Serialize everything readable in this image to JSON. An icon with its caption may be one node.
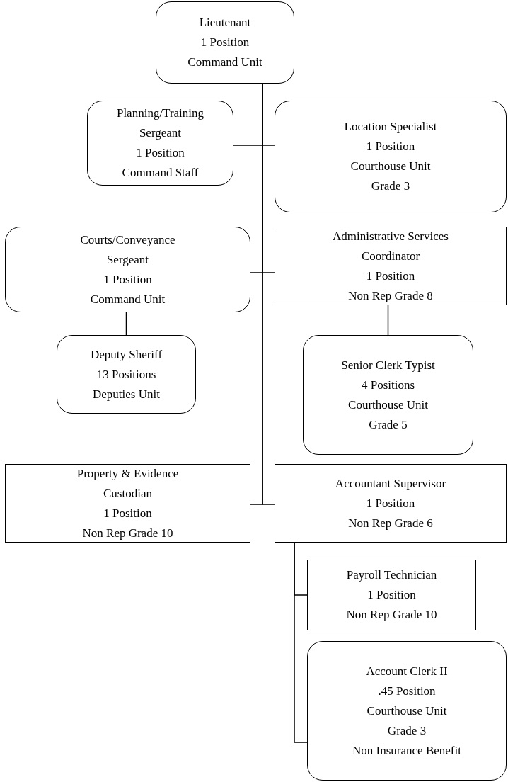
{
  "diagram": {
    "nodes": [
      {
        "text": [
          "Lieutenant",
          "1 Position",
          "Command Unit"
        ]
      },
      {
        "text": [
          "Planning/Training",
          "Sergeant",
          "1 Position",
          "Command Staff"
        ]
      },
      {
        "text": [
          "Location Specialist",
          "1 Position",
          "Courthouse Unit",
          "Grade 3"
        ]
      },
      {
        "text": [
          "Courts/Conveyance",
          "Sergeant",
          "1 Position",
          "Command Unit"
        ]
      },
      {
        "text": [
          "Administrative Services",
          "Coordinator",
          "1 Position",
          "Non Rep Grade 8"
        ]
      },
      {
        "text": [
          "Deputy Sheriff",
          "13 Positions",
          "Deputies Unit"
        ]
      },
      {
        "text": [
          "Senior Clerk Typist",
          "4 Positions",
          "Courthouse Unit",
          "Grade 5"
        ]
      },
      {
        "text": [
          "Property & Evidence",
          "Custodian",
          "1 Position",
          "Non Rep Grade 10"
        ]
      },
      {
        "text": [
          "Accountant Supervisor",
          "1 Position",
          "Non Rep Grade 6"
        ]
      },
      {
        "text": [
          "Payroll Technician",
          "1 Position",
          "Non Rep Grade 10"
        ]
      },
      {
        "text": [
          "Account Clerk II",
          ".45 Position",
          "Courthouse Unit",
          "Grade 3",
          "Non Insurance Benefit"
        ]
      }
    ],
    "edges": [
      {
        "from": 0,
        "to": 1,
        "arrow": "none"
      },
      {
        "from": 0,
        "to": 2,
        "arrow": "none"
      },
      {
        "from": 0,
        "to": 3,
        "arrow": "none"
      },
      {
        "from": 0,
        "to": 4,
        "arrow": "none"
      },
      {
        "from": 3,
        "to": 5,
        "arrow": "none"
      },
      {
        "from": 4,
        "to": 6,
        "arrow": "none"
      },
      {
        "from": 0,
        "to": 7,
        "arrow": "none"
      },
      {
        "from": 0,
        "to": 8,
        "arrow": "none"
      },
      {
        "from": 8,
        "to": 9,
        "arrow": "none"
      },
      {
        "from": 8,
        "to": 10,
        "arrow": "none"
      }
    ]
  }
}
